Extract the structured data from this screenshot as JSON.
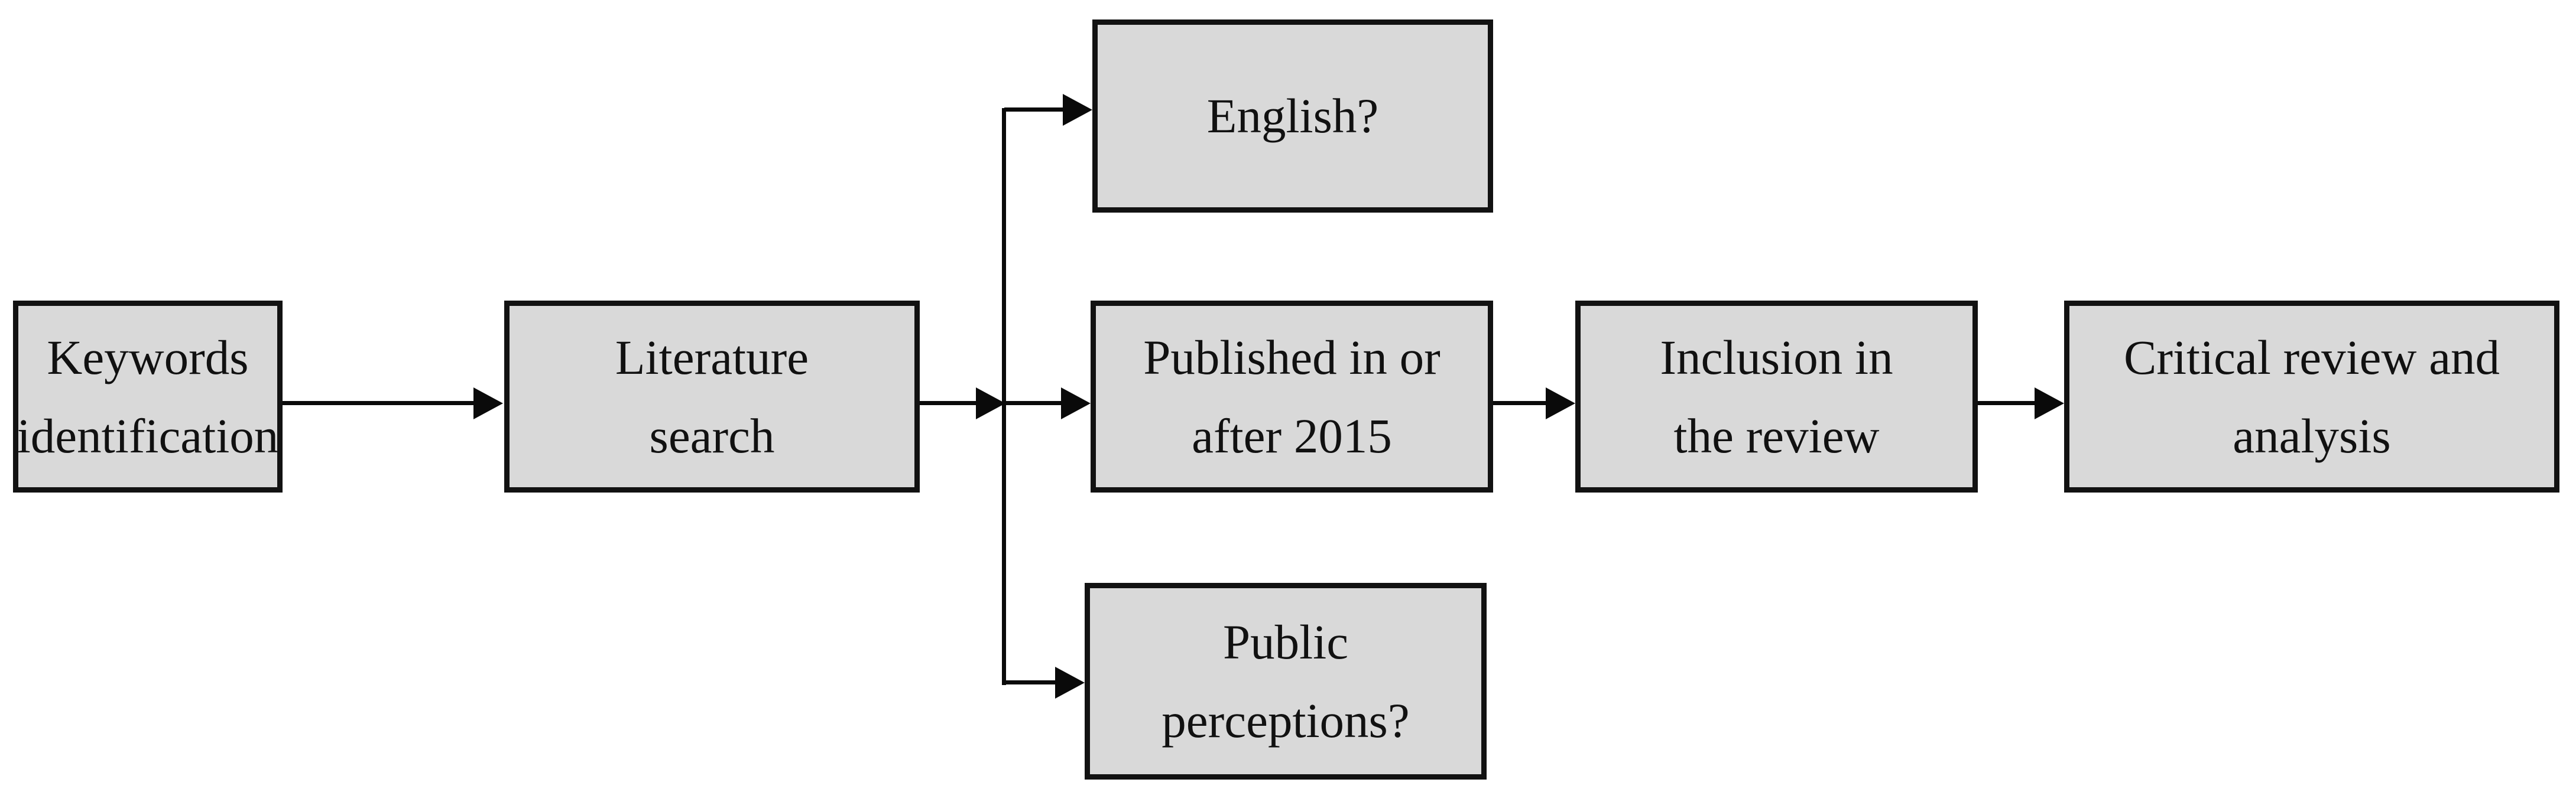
{
  "diagram": {
    "type": "flowchart",
    "colors": {
      "background": "#ffffff",
      "box-fill": "#d9d9d9",
      "box-border": "#121212",
      "arrow": "#0a0a0a",
      "text": "#111111"
    },
    "nodes": [
      {
        "id": "keywords",
        "label": "Keywords identification",
        "lines": [
          "Keywords",
          "identification"
        ]
      },
      {
        "id": "literature",
        "label": "Literature search",
        "lines": [
          "Literature",
          "search"
        ]
      },
      {
        "id": "english",
        "label": "English?",
        "lines": [
          "English?"
        ]
      },
      {
        "id": "published",
        "label": "Published in or after 2015",
        "lines": [
          "Published in or",
          "after 2015"
        ]
      },
      {
        "id": "public",
        "label": "Public perceptions?",
        "lines": [
          "Public",
          "perceptions?"
        ]
      },
      {
        "id": "inclusion",
        "label": "Inclusion in the review",
        "lines": [
          "Inclusion in",
          "the review"
        ]
      },
      {
        "id": "critical",
        "label": "Critical review and analysis",
        "lines": [
          "Critical review and",
          "analysis"
        ]
      }
    ],
    "edges": [
      {
        "from": "keywords",
        "to": "literature"
      },
      {
        "from": "literature",
        "to": "branch-junction"
      },
      {
        "from": "branch-junction",
        "to": "english"
      },
      {
        "from": "branch-junction",
        "to": "published"
      },
      {
        "from": "branch-junction",
        "to": "public"
      },
      {
        "from": "published",
        "to": "inclusion"
      },
      {
        "from": "inclusion",
        "to": "critical"
      }
    ]
  }
}
